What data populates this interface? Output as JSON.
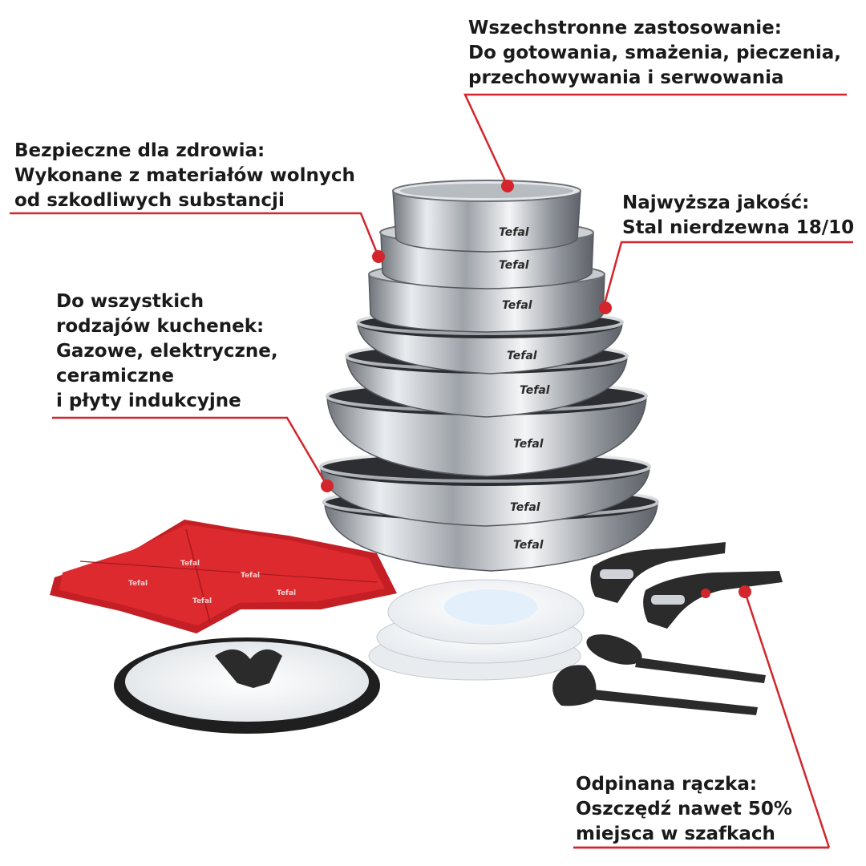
{
  "callouts": {
    "top": {
      "lines": [
        "Wszechstronne zastosowanie:",
        "Do gotowania, smażenia, pieczenia,",
        "przechowywania i serwowania"
      ]
    },
    "health": {
      "lines": [
        "Bezpieczne dla zdrowia:",
        "Wykonane z materiałów wolnych",
        "od szkodliwych substancji"
      ]
    },
    "quality": {
      "lines": [
        "Najwyższa jakość:",
        "Stal nierdzewna 18/10"
      ]
    },
    "stoves": {
      "lines": [
        "Do wszystkich",
        "rodzajów kuchenek:",
        "Gazowe, elektryczne,",
        "ceramiczne",
        "i płyty indukcyjne"
      ]
    },
    "handle": {
      "lines": [
        "Odpinana rączka:",
        "Oszczędź nawet 50%",
        "miejsca w szafkach"
      ]
    }
  },
  "brand": "Tefal",
  "colors": {
    "accent": "#d3252b",
    "text": "#1a1a1a",
    "steel": "#c9ccd0",
    "liner": "#d8262c",
    "lid": "#f4f6f8",
    "utensil": "#2b2b2b"
  },
  "icons": [
    "stacked-pots-icon",
    "pan-protector-icon",
    "glass-lid-icon",
    "plastic-lids-icon",
    "detachable-handle-icon",
    "spoon-icon",
    "spatula-icon"
  ]
}
